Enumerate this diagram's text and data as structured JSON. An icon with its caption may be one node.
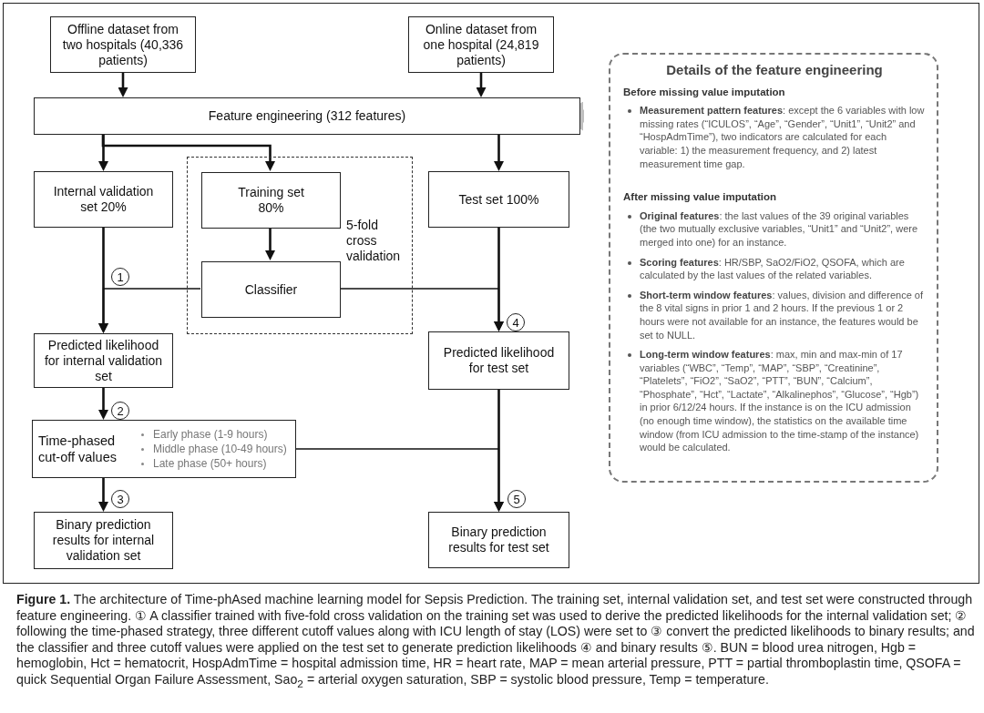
{
  "diagram": {
    "caption": "**Figure 1.** The architecture of Time-phAsed machine learning model for Sepsis Prediction. The training set, internal validation set, and test set were constructed through feature engineering. ① A classifier trained with five-fold cross validation on the training set was used to derive the predicted likelihoods for the internal validation set; ② following the time-phased strategy, three different cutoff values along with ICU length of stay (LOS) were set to ③ convert the predicted likelihoods to binary results; and the classifier and three cutoff values were applied on the test set to generate prediction likelihoods ④ and binary results ⑤. BUN = blood urea nitrogen, Hgb = hemoglobin, Hct = hematocrit, HospAdmTime = hospital admission time, HR = heart rate, MAP = mean arterial pressure, PTT = partial thromboplastin time, QSOFA = quick Sequential Organ Failure Assessment, Sao$_{2}$ = arterial oxygen saturation, SBP = systolic blood pressure, Temp = temperature.",
    "nodes": [
      {
        "text": [
          "Offline dataset from two hospitals (40,336 patients)"
        ]
      },
      {
        "text": [
          "Online dataset from one hospital (24,819 patients)"
        ]
      },
      {
        "text": [
          "Feature engineering (312 features)"
        ]
      },
      {
        "text": [
          "Internal validation set 20%"
        ]
      },
      {
        "text": [
          "5-fold cross validation"
        ]
      },
      {
        "text": [
          "Training set 80%"
        ],
        "in": 4
      },
      {
        "text": [
          "Classifier"
        ],
        "in": 4
      },
      {
        "text": [
          "Test set 100%"
        ]
      },
      {
        "text": [
          "Predicted likelihood for internal validation set"
        ]
      },
      {
        "text": [
          "Predicted likelihood for test set"
        ]
      },
      {
        "text": [
          "Time-phased cut-off values",
          "Early phase (1-9 hours)",
          "Middle phase (10-49 hours)",
          "Late phase (50+ hours)"
        ]
      },
      {
        "text": [
          "Binary prediction results for internal validation set"
        ]
      },
      {
        "text": [
          "Binary prediction results for test set"
        ]
      },
      {
        "text": [
          "Details of the feature engineering",
          "Before missing value imputation",
          "**Measurement pattern features**: except the 6 variables with low missing rates (“ICULOS”, “Age”, “Gender”, “Unit1”, “Unit2” and “HospAdmTime”), two indicators are calculated for each variable: 1) the measurement frequency, and 2) latest measurement time gap.",
          "After missing value imputation",
          "**Original features**: the last values of the 39 original variables (the two mutually exclusive variables, “Unit1” and “Unit2”, were merged into one) for an instance.",
          "**Scoring features**: HR/SBP, SaO2/FiO2, QSOFA, which are calculated by the last values of the related variables.",
          "**Short-term window features**: values, division and difference of the 8 vital signs in prior 1 and 2 hours. If the previous 1 or 2 hours were not available for an instance, the features would be set to NULL.",
          "**Long-term window features**: max, min and max-min of 17 variables (“WBC”, “Temp”, “MAP”, “SBP”, “Creatinine”, “Platelets”, “FiO2”, “SaO2”, “PTT”, “BUN”, “Calcium”, “Phosphate”, “Hct”, “Lactate”, “Alkalinephos”, “Glucose”, “Hgb”) in prior 6/12/24 hours. If the instance is on the ICU admission (no enough time window), the statistics on the available time window (from ICU admission to the time-stamp of the instance) would be calculated."
        ]
      }
    ],
    "edges": [
      {
        "from": 0,
        "to": 2,
        "arrow": "to"
      },
      {
        "from": 1,
        "to": 2,
        "arrow": "to"
      },
      {
        "from": 2,
        "to": 3,
        "arrow": "to"
      },
      {
        "from": 2,
        "to": 5,
        "arrow": "to"
      },
      {
        "from": 2,
        "to": 7,
        "arrow": "to"
      },
      {
        "from": 5,
        "to": 6,
        "arrow": "to"
      },
      {
        "from": 3,
        "to": 8,
        "arrow": "to",
        "label": "1"
      },
      {
        "from": 6,
        "to": 8,
        "arrow": "to"
      },
      {
        "from": 6,
        "to": 9,
        "arrow": "to"
      },
      {
        "from": 7,
        "to": 9,
        "arrow": "to",
        "label": "4"
      },
      {
        "from": 8,
        "to": 10,
        "arrow": "to",
        "label": "2"
      },
      {
        "from": 10,
        "to": 11,
        "arrow": "to",
        "label": "3"
      },
      {
        "from": 10,
        "to": 12,
        "arrow": "to"
      },
      {
        "from": 9,
        "to": 12,
        "arrow": "to",
        "label": "5"
      },
      {
        "from": 2,
        "to": 13,
        "arrow": "to",
        "style": "thick",
        "color": "#bfbfbf"
      }
    ]
  }
}
